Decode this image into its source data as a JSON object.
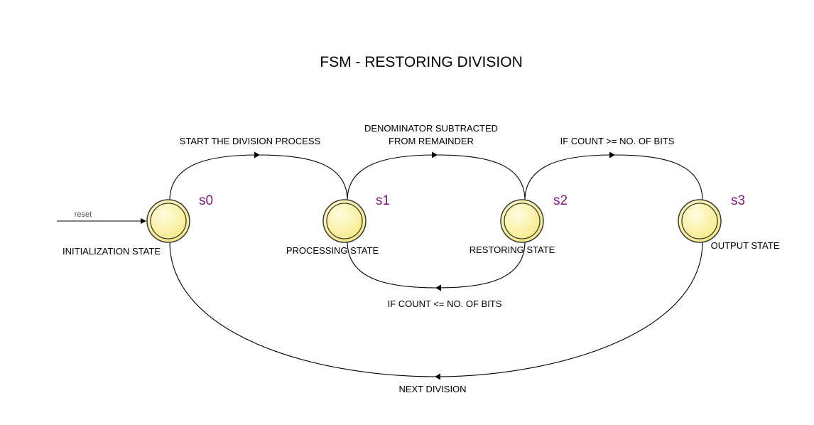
{
  "title": "FSM - RESTORING DIVISION",
  "colors": {
    "state_fill": "#fcf5a4",
    "state_inner": "#fff9c4",
    "state_stroke": "#3b3b3b",
    "state_id": "#7a1a7a"
  },
  "states": [
    {
      "id": "s0",
      "label": "INITIALIZATION STATE"
    },
    {
      "id": "s1",
      "label": "PROCESSING STATE"
    },
    {
      "id": "s2",
      "label": "RESTORING STATE"
    },
    {
      "id": "s3",
      "label": "OUTPUT STATE"
    }
  ],
  "transitions": [
    {
      "from": "s0",
      "to": "s1",
      "label": [
        "START THE DIVISION PROCESS"
      ]
    },
    {
      "from": "s1",
      "to": "s2",
      "label": [
        "DENOMINATOR SUBTRACTED",
        "FROM REMAINDER"
      ]
    },
    {
      "from": "s2",
      "to": "s3",
      "label": [
        "IF COUNT >= NO. OF BITS"
      ]
    },
    {
      "from": "s2",
      "to": "s1",
      "label": [
        "IF COUNT <= NO. OF BITS"
      ]
    },
    {
      "from": "s3",
      "to": "s0",
      "label": [
        "NEXT DIVISION"
      ]
    }
  ],
  "reset": {
    "label": "reset"
  }
}
